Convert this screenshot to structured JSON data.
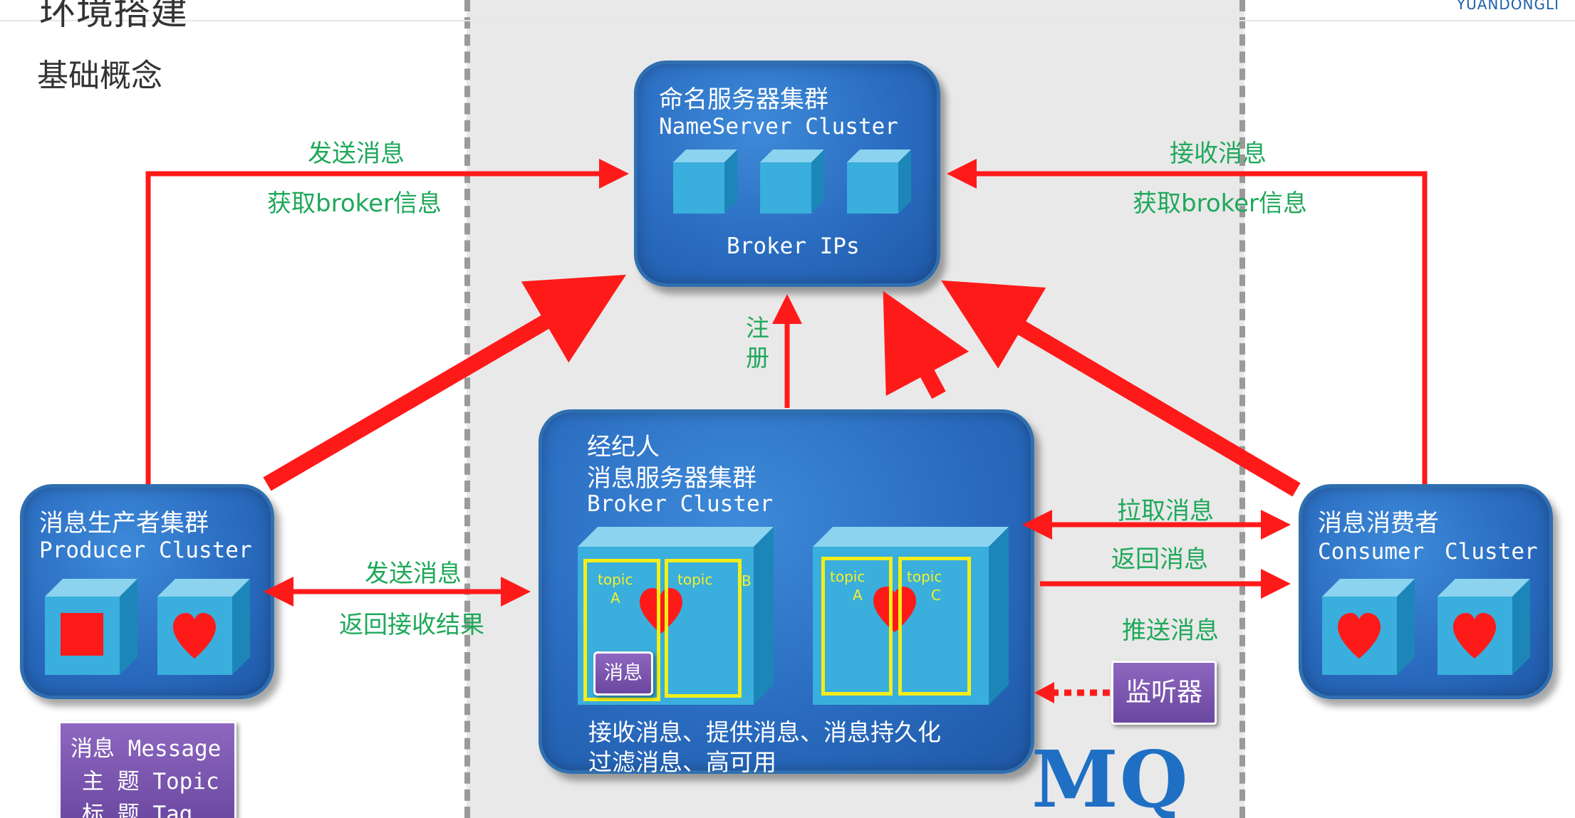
{
  "header": {
    "slide_title": "环境搭建",
    "brand": "YUANDONGLI"
  },
  "section_title": "基础概念",
  "nameserver": {
    "title_cn": "命名服务器集群",
    "title_en": "NameServer Cluster",
    "footer": "Broker IPs"
  },
  "producer": {
    "title_cn": "消息生产者集群",
    "title_en": "Producer Cluster"
  },
  "broker": {
    "line1": "经纪人",
    "line2": "消息服务器集群",
    "line3": "Broker Cluster",
    "features_line1": "接收消息、提供消息、消息持久化",
    "features_line2": "过滤消息、高可用",
    "topics": [
      {
        "label": "topic",
        "sub": "A"
      },
      {
        "label": "topic",
        "sub": "B"
      },
      {
        "label": "topic",
        "sub": "A"
      },
      {
        "label": "topic",
        "sub": "C"
      }
    ],
    "message_tag": "消息"
  },
  "consumer": {
    "title_cn": "消息消费者",
    "title_en_1": "Consumer",
    "title_en_2": "Cluster"
  },
  "labels": {
    "send_msg_top": "发送消息",
    "get_broker_left": "获取broker信息",
    "recv_msg_top": "接收消息",
    "get_broker_right": "获取broker信息",
    "register": "注册",
    "send_msg_mid": "发送消息",
    "return_result": "返回接收结果",
    "pull_msg": "拉取消息",
    "return_msg": "返回消息",
    "push_msg": "推送消息"
  },
  "listener": "监听器",
  "legend": {
    "line1": "消息 Message",
    "line2": "主 题 Topic",
    "line3": "标 题 Tag"
  },
  "mq_logo": "MQ",
  "colors": {
    "arrow": "#ff1a1a",
    "box": "#2a6cc0",
    "label_green": "#1fa85a",
    "topic_yellow": "#f2ee1a",
    "tag_purple": "#7a55b0",
    "cube": "#39a9d8"
  },
  "icons": [
    "square-icon",
    "heart-icon"
  ]
}
